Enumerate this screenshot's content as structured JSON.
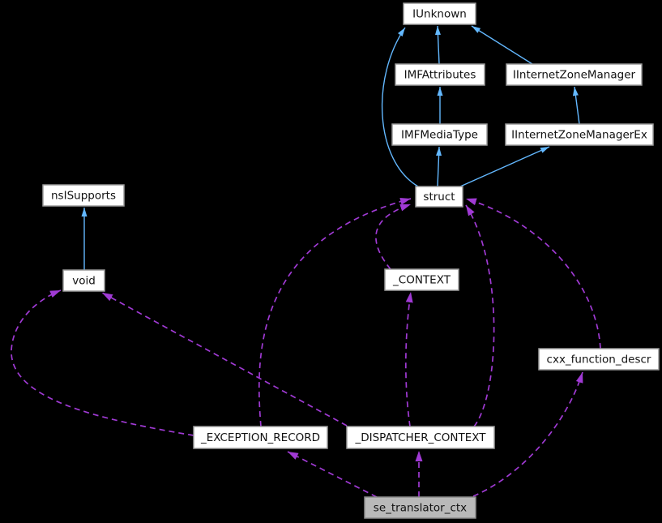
{
  "diagram": {
    "kind": "collaboration-graph",
    "colors": {
      "background": "#000000",
      "node_fill": "#ffffff",
      "node_border": "#9a9a9a",
      "node_text": "#111111",
      "highlight_fill": "#b9b9b9",
      "highlight_border": "#8a8a8a",
      "inheritance_edge": "#63b8ff",
      "usage_edge": "#a03ad4"
    },
    "nodes": [
      {
        "id": "IUnknown",
        "label": "IUnknown",
        "highlighted": false
      },
      {
        "id": "IMFAttributes",
        "label": "IMFAttributes",
        "highlighted": false
      },
      {
        "id": "IInternetZoneManager",
        "label": "IInternetZoneManager",
        "highlighted": false
      },
      {
        "id": "IMFMediaType",
        "label": "IMFMediaType",
        "highlighted": false
      },
      {
        "id": "IInternetZoneManagerEx",
        "label": "IInternetZoneManagerEx",
        "highlighted": false
      },
      {
        "id": "nsISupports",
        "label": "nsISupports",
        "highlighted": false
      },
      {
        "id": "struct",
        "label": "struct",
        "highlighted": false
      },
      {
        "id": "void",
        "label": "void",
        "highlighted": false
      },
      {
        "id": "_CONTEXT",
        "label": "_CONTEXT",
        "highlighted": false
      },
      {
        "id": "cxx_function_descr",
        "label": "cxx_function_descr",
        "highlighted": false
      },
      {
        "id": "_EXCEPTION_RECORD",
        "label": "_EXCEPTION_RECORD",
        "highlighted": false
      },
      {
        "id": "_DISPATCHER_CONTEXT",
        "label": "_DISPATCHER_CONTEXT",
        "highlighted": false
      },
      {
        "id": "se_translator_ctx",
        "label": "se_translator_ctx",
        "highlighted": true
      }
    ],
    "edges": [
      {
        "from": "struct",
        "to": "IUnknown",
        "relation": "inheritance"
      },
      {
        "from": "IMFAttributes",
        "to": "IUnknown",
        "relation": "inheritance"
      },
      {
        "from": "IInternetZoneManager",
        "to": "IUnknown",
        "relation": "inheritance"
      },
      {
        "from": "IMFMediaType",
        "to": "IMFAttributes",
        "relation": "inheritance"
      },
      {
        "from": "IInternetZoneManagerEx",
        "to": "IInternetZoneManager",
        "relation": "inheritance"
      },
      {
        "from": "struct",
        "to": "IMFMediaType",
        "relation": "inheritance"
      },
      {
        "from": "struct",
        "to": "IInternetZoneManagerEx",
        "relation": "inheritance"
      },
      {
        "from": "void",
        "to": "nsISupports",
        "relation": "inheritance"
      },
      {
        "from": "_EXCEPTION_RECORD",
        "to": "struct",
        "relation": "usage"
      },
      {
        "from": "_CONTEXT",
        "to": "struct",
        "relation": "usage"
      },
      {
        "from": "_DISPATCHER_CONTEXT",
        "to": "struct",
        "relation": "usage"
      },
      {
        "from": "cxx_function_descr",
        "to": "struct",
        "relation": "usage"
      },
      {
        "from": "_DISPATCHER_CONTEXT",
        "to": "_CONTEXT",
        "relation": "usage"
      },
      {
        "from": "_EXCEPTION_RECORD",
        "to": "void",
        "relation": "usage"
      },
      {
        "from": "_DISPATCHER_CONTEXT",
        "to": "void",
        "relation": "usage"
      },
      {
        "from": "se_translator_ctx",
        "to": "_EXCEPTION_RECORD",
        "relation": "usage"
      },
      {
        "from": "se_translator_ctx",
        "to": "_DISPATCHER_CONTEXT",
        "relation": "usage"
      },
      {
        "from": "se_translator_ctx",
        "to": "cxx_function_descr",
        "relation": "usage"
      }
    ]
  }
}
